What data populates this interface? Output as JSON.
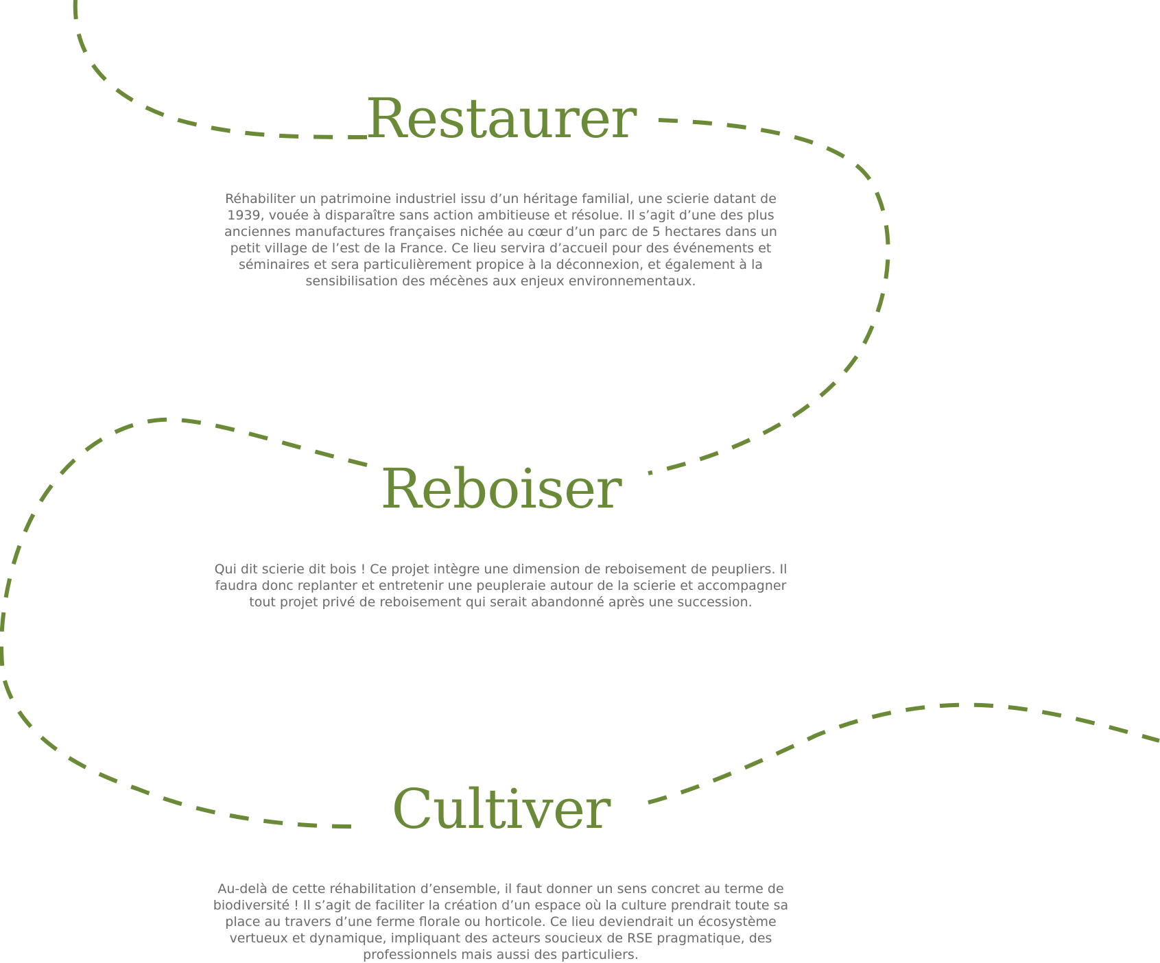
{
  "colors": {
    "accent": "#6a8a38",
    "text": "#6b6b6b",
    "background": "#ffffff"
  },
  "sections": [
    {
      "title": "Restaurer",
      "text": "Réhabiliter un patrimoine industriel issu d’un héritage familial, une scierie datant de 1939, vouée à disparaître sans action ambitieuse et résolue. Il s’agit d’une des plus anciennes manufactures françaises nichée au cœur d’un parc de 5 hectares dans un petit village de l’est de la France. Ce lieu servira d’accueil pour des événements et séminaires et sera particulièrement propice à la déconnexion, et également à la sensibilisation des mécènes aux enjeux environnementaux."
    },
    {
      "title": "Reboiser",
      "text": "Qui dit scierie dit bois ! Ce projet intègre une dimension de reboisement de peupliers. Il faudra donc replanter et entretenir une peupleraie autour de la scierie et accompagner tout projet privé de reboisement qui serait abandonné après une succession."
    },
    {
      "title": "Cultiver",
      "text": "Au-delà de cette réhabilitation d’ensemble, il faut donner un sens concret au terme de biodiversité ! Il s’agit de faciliter la création d’un espace où la culture prendrait toute sa place au travers d’une ferme florale ou horticole. Ce lieu deviendrait un écosystème vertueux et dynamique, impliquant des acteurs soucieux de RSE pragmatique, des professionnels mais aussi des particuliers."
    }
  ]
}
